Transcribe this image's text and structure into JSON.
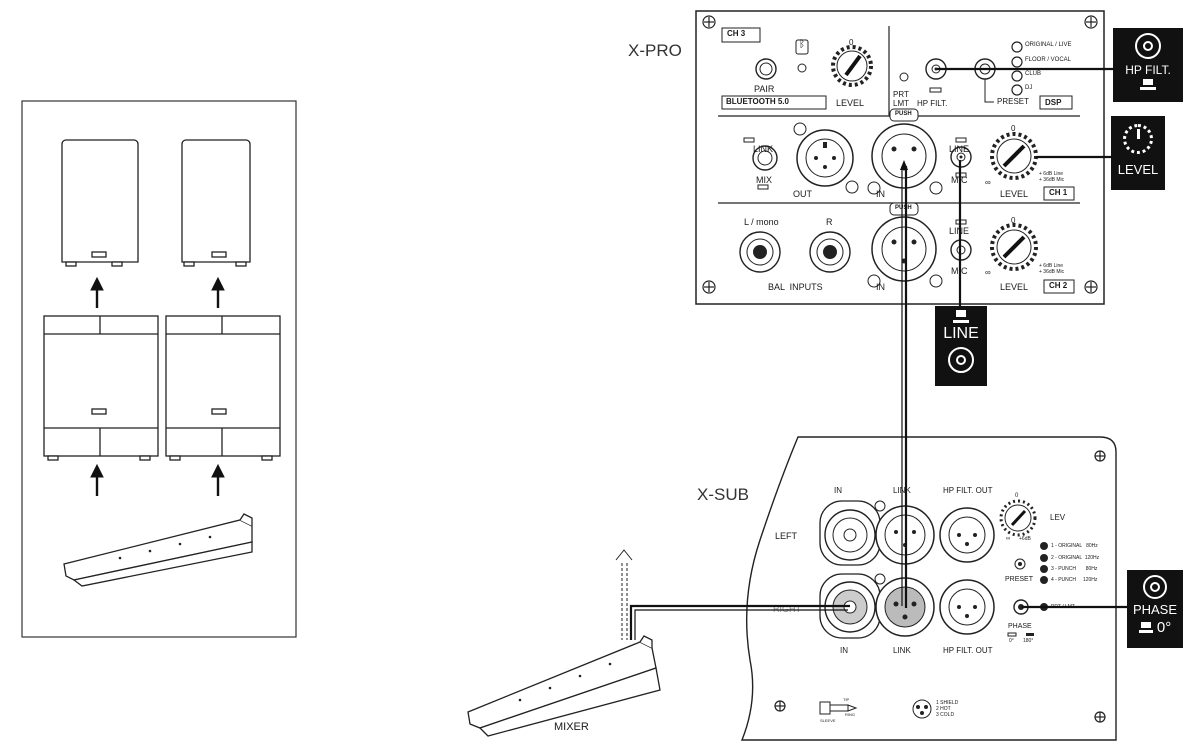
{
  "xpro": {
    "title": "X-PRO",
    "ch3": "CH 3",
    "pair": "PAIR",
    "bluetooth": "BLUETOOTH 5.0",
    "level": "LEVEL",
    "prt": "PRT",
    "lmt": "LMT",
    "hp_filt": "HP FILT.",
    "preset": "PRESET",
    "dsp": "DSP",
    "presets": [
      "ORIGINAL / LIVE",
      "FLOOR / VOCAL",
      "CLUB",
      "DJ"
    ],
    "push": "PUSH",
    "link": "LINK",
    "mix": "MIX",
    "out": "OUT",
    "in": "IN",
    "line": "LINE",
    "mic": "MIC",
    "ch1": "CH 1",
    "ch2": "CH 2",
    "lmono": "L / mono",
    "r": "R",
    "bal_inputs": "BAL  INPUTS",
    "gain_line": "+ 6dB Line",
    "gain_mic": "+ 36dB Mic",
    "zero": "0",
    "inf": "∞"
  },
  "callouts": {
    "hp": "HP FILT.",
    "level": "LEVEL",
    "line": "LINE",
    "phase": "PHASE",
    "phase_val": "0°"
  },
  "xsub": {
    "title": "X-SUB",
    "in": "IN",
    "link": "LINK",
    "hp_out": "HP FILT. OUT",
    "left": "LEFT",
    "right": "RIGHT",
    "lev": "LEV",
    "preset": "PRESET",
    "presets": [
      "1 - ORIGINAL   80Hz",
      "2 - ORIGINAL  120Hz",
      "3 - PUNCH       80Hz",
      "4 - PUNCH     120Hz"
    ],
    "prt_lmt": "PRT / LMT",
    "phase": "PHASE",
    "phase_0": "0°",
    "phase_180": "180°",
    "tip": "TIP",
    "ring": "RING",
    "sleeve": "SLEEVE",
    "xlr_pins": [
      "1 SHIELD",
      "2 HOT",
      "3 COLD"
    ],
    "gain": "+6dB",
    "zero": "0",
    "inf": "∞"
  },
  "mixer_label": "MIXER"
}
